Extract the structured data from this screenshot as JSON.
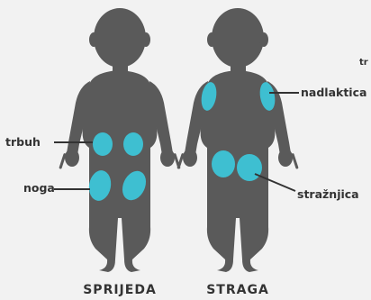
{
  "colors": {
    "background": "#f2f2f2",
    "silhouette": "#5a5a5a",
    "site": "#3ebfd1",
    "text": "#333333"
  },
  "figures": {
    "front": {
      "caption": "SPRIJEDA"
    },
    "back": {
      "caption": "STRAGA"
    }
  },
  "labels": {
    "abdomen": "trbuh",
    "thigh": "noga",
    "upper_arm": "nadlaktica",
    "buttocks": "stražnjica",
    "partial_cut": "tr"
  }
}
